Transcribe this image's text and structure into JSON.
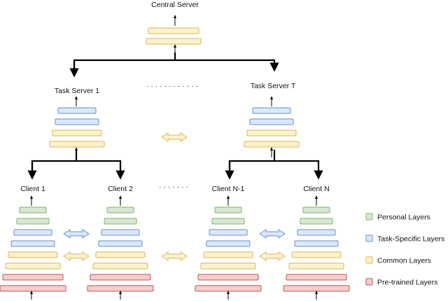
{
  "labels": {
    "central_server": "Central Server",
    "task_server_1": "Task Server 1",
    "task_server_t": "Task Server T",
    "client_1": "Client 1",
    "client_2": "Client 2",
    "client_n_minus_1": "Client N-1",
    "client_n": "Client N",
    "ellipsis_servers": "· · · · · · · · · · · ·",
    "ellipsis_clients": "· · · · · · ·"
  },
  "legend": [
    {
      "label": "Personal Layers",
      "fill": "#d5e8d4",
      "stroke": "#82b366"
    },
    {
      "label": "Task-Specific Layers",
      "fill": "#dae8fc",
      "stroke": "#6c8ebf"
    },
    {
      "label": "Common Layers",
      "fill": "#fff2cc",
      "stroke": "#d6b656"
    },
    {
      "label": "Pre-trained Layers",
      "fill": "#f8cecc",
      "stroke": "#b85450"
    }
  ],
  "colors": {
    "personal": {
      "fill": "#d5e8d4",
      "stroke": "#82b366"
    },
    "task": {
      "fill": "#dae8fc",
      "stroke": "#6c8ebf"
    },
    "common": {
      "fill": "#fff2cc",
      "stroke": "#d6b656"
    },
    "pretrained": {
      "fill": "#f8cecc",
      "stroke": "#b85450"
    }
  }
}
